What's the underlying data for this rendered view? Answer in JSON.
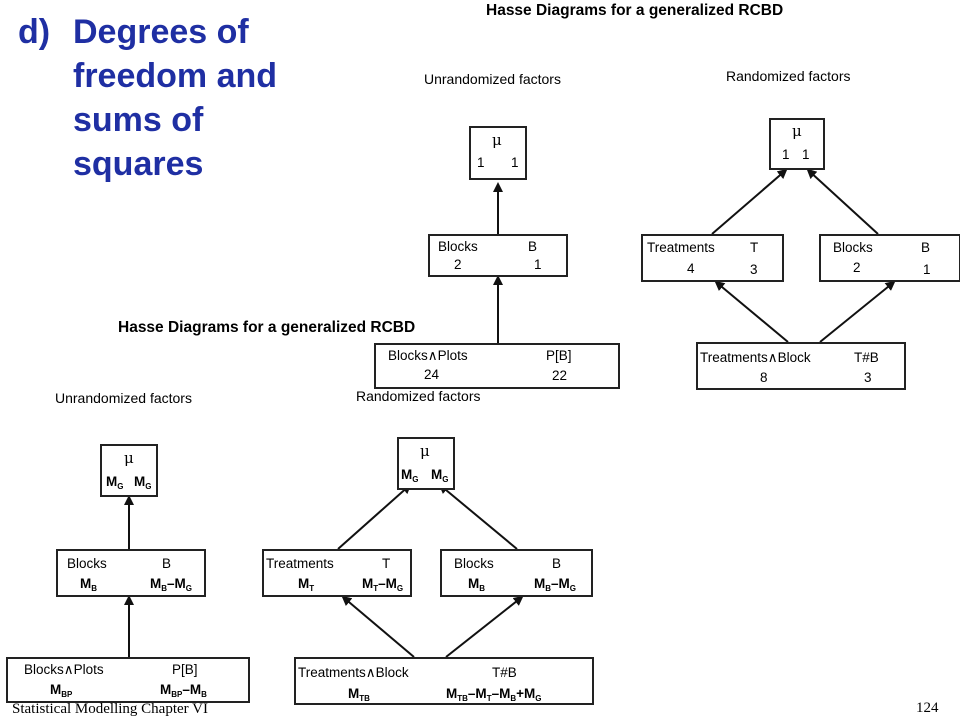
{
  "slide": {
    "label": "d)",
    "title_lines": [
      "Degrees of",
      "freedom and",
      "sums of",
      "squares"
    ]
  },
  "upper": {
    "heading": "Hasse Diagrams for a generalized RCBD",
    "unrandomized_caption": "Unrandomized factors",
    "randomized_caption": "Randomized factors",
    "unrandomized": {
      "mu": {
        "name": "μ",
        "df": "1",
        "df2": "1"
      },
      "blocks": {
        "name": "Blocks",
        "sym": "B",
        "levels": "2",
        "df": "1"
      },
      "plots": {
        "name": "Blocks∧Plots",
        "sym": "P[B]",
        "levels": "24",
        "df": "22"
      }
    },
    "randomized": {
      "mu": {
        "name": "μ",
        "df": "1",
        "df2": "1"
      },
      "treatments": {
        "name": "Treatments",
        "sym": "T",
        "levels": "4",
        "df": "3"
      },
      "blocks": {
        "name": "Blocks",
        "sym": "B",
        "levels": "2",
        "df": "1"
      },
      "tb": {
        "name": "Treatments∧Block",
        "sym": "T#B",
        "levels": "8",
        "df": "3"
      }
    }
  },
  "lower": {
    "heading": "Hasse Diagrams for a generalized RCBD",
    "unrandomized_caption": "Unrandomized factors",
    "randomized_caption": "Randomized factors",
    "unrandomized": {
      "mu": {
        "name": "μ",
        "m": "M",
        "m_sub": "G",
        "ss": "M",
        "ss_sub": "G"
      },
      "blocks": {
        "name": "Blocks",
        "sym": "B",
        "m": "M",
        "m_sub": "B",
        "ss": "M",
        "ss_sub1": "B",
        "ss_mid": "–M",
        "ss_sub2": "G"
      },
      "plots": {
        "name": "Blocks∧Plots",
        "sym": "P[B]",
        "m": "M",
        "m_sub": "BP",
        "ss": "M",
        "ss_sub1": "BP",
        "ss_mid": "–M",
        "ss_sub2": "B"
      }
    },
    "randomized": {
      "mu": {
        "name": "μ",
        "m": "M",
        "m_sub": "G",
        "ss": "M",
        "ss_sub": "G"
      },
      "treatments": {
        "name": "Treatments",
        "sym": "T",
        "m": "M",
        "m_sub": "T",
        "ss": "M",
        "ss_sub1": "T",
        "ss_mid": "–M",
        "ss_sub2": "G"
      },
      "blocks": {
        "name": "Blocks",
        "sym": "B",
        "m": "M",
        "m_sub": "B",
        "ss": "M",
        "ss_sub1": "B",
        "ss_mid": "–M",
        "ss_sub2": "G"
      },
      "tb": {
        "name": "Treatments∧Block",
        "sym": "T#B",
        "m": "M",
        "m_sub": "TB",
        "ss_a": "M",
        "ss_a_sub": "TB",
        "ss_b": "–M",
        "ss_b_sub": "T",
        "ss_c": "–M",
        "ss_c_sub": "B",
        "ss_d": "+M",
        "ss_d_sub": "G"
      }
    }
  },
  "footer": {
    "left": "Statistical Modelling   Chapter VI",
    "page": "124"
  }
}
